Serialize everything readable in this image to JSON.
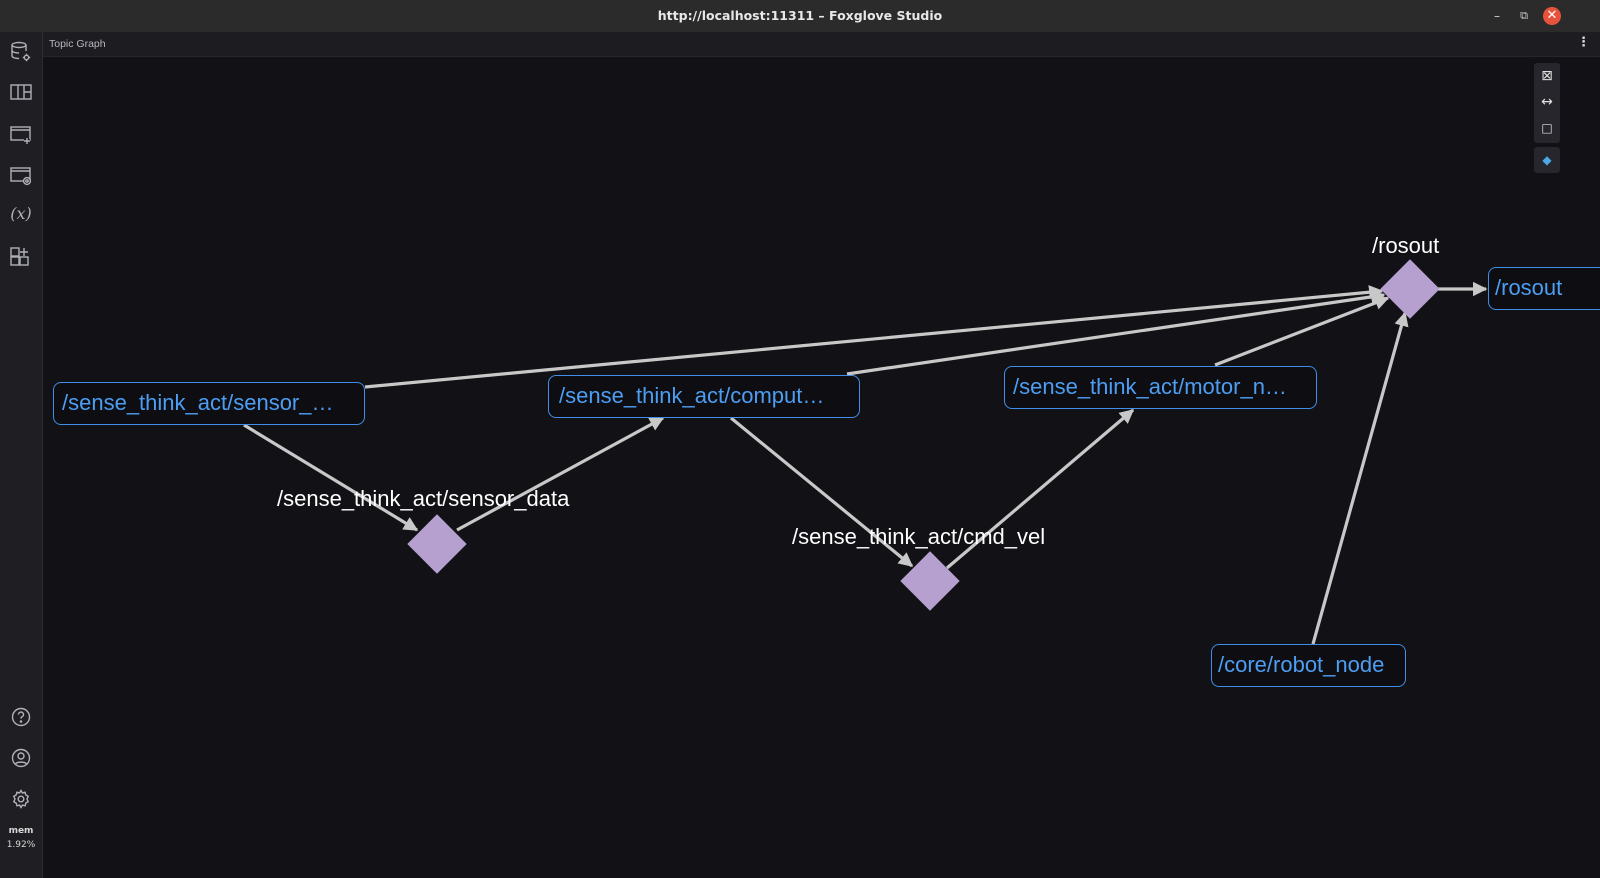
{
  "window": {
    "title": "http://localhost:11311 – Foxglove Studio",
    "minimize_glyph": "–",
    "maximize_glyph": "⧉",
    "close_glyph": "✕"
  },
  "sidebar": {
    "items": [
      {
        "icon": "data-source-settings-icon"
      },
      {
        "icon": "layouts-icon"
      },
      {
        "icon": "add-panel-icon"
      },
      {
        "icon": "panel-settings-icon"
      },
      {
        "icon": "variables-icon",
        "glyph": "(𝑥)"
      },
      {
        "icon": "extensions-icon"
      }
    ],
    "bottom_items": [
      {
        "icon": "help-icon"
      },
      {
        "icon": "account-icon"
      },
      {
        "icon": "settings-icon"
      }
    ],
    "mem_label": "mem",
    "mem_value": "1.92%"
  },
  "panel": {
    "title": "Topic Graph",
    "menu_glyph": "⋮"
  },
  "toolbar": {
    "fit_glyph": "⊠",
    "orientation_glyph": "↔",
    "services_glyph": "□",
    "topics_toggle_glyph": "◆"
  },
  "graph": {
    "nodes": [
      {
        "id": "sensor",
        "label": "/sense_think_act/sensor_…"
      },
      {
        "id": "compute",
        "label": "/sense_think_act/comput…"
      },
      {
        "id": "motor",
        "label": "/sense_think_act/motor_n…"
      },
      {
        "id": "robot",
        "label": "/core/robot_node"
      },
      {
        "id": "rosout_node",
        "label": "/rosout"
      }
    ],
    "topics": [
      {
        "id": "sensor_data",
        "label": "/sense_think_act/sensor_data"
      },
      {
        "id": "cmd_vel",
        "label": "/sense_think_act/cmd_vel"
      },
      {
        "id": "rosout",
        "label": "/rosout"
      }
    ]
  },
  "colors": {
    "node_border": "#3f8ee8",
    "node_text": "#4d9df2",
    "topic_fill": "#b5a0d0",
    "edge": "#c8c8c8",
    "background": "#121216",
    "accent": "#4aa8e8"
  }
}
